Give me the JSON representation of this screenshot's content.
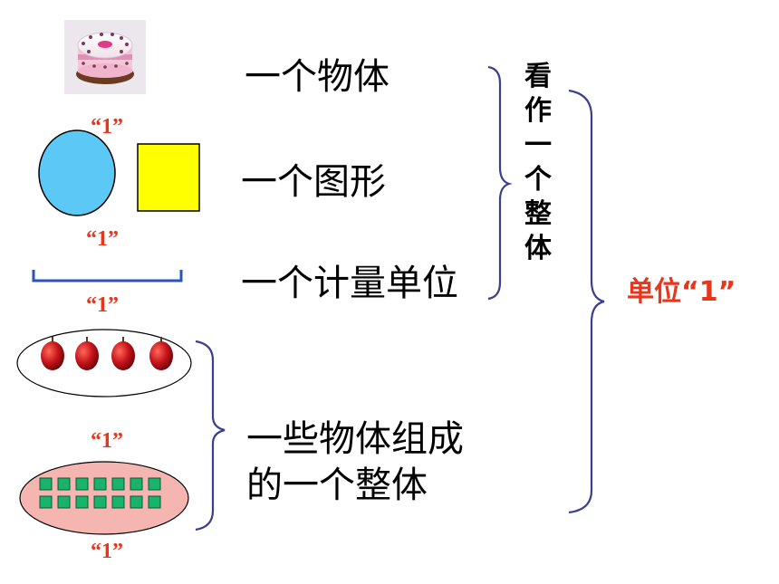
{
  "quote_label": "“1”",
  "items": {
    "object": "一个物体",
    "shape": "一个图形",
    "measure_unit": "一个计量单位",
    "group_line1": "一些物体组成",
    "group_line2": "的一个整体"
  },
  "vertical_phrase": [
    "看",
    "作",
    "一",
    "个",
    "整",
    "体"
  ],
  "conclusion": "单位“1”",
  "colors": {
    "quote": "#e8361c",
    "ellipse_fill": "#5bc8f5",
    "square_fill": "#ffff00",
    "line_segment": "#2b53b8",
    "brace": "#3a3f8f",
    "apple": "#c8141c",
    "group_ellipse": "#f5b5b0",
    "cube": "#19b36b"
  },
  "icons": [
    "cake-icon",
    "apple-icon",
    "cube-icon"
  ]
}
